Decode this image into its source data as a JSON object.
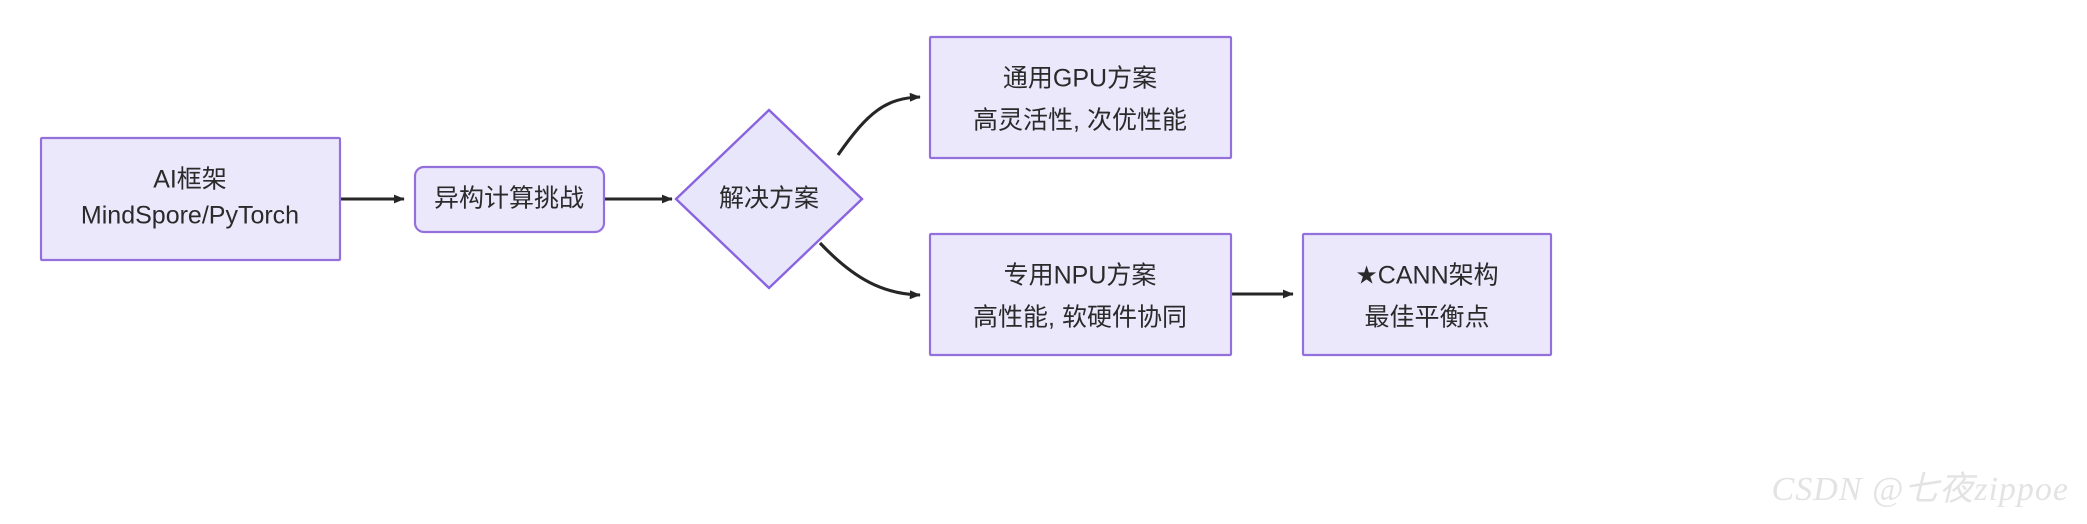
{
  "diagram": {
    "type": "flowchart",
    "direction": "left-to-right",
    "background": "#ffffff",
    "node_fill": "#ebe8fb",
    "node_stroke": "#9470dd",
    "edge_color": "#262626",
    "text_color": "#2a2a2a",
    "nodes": [
      {
        "id": "framework",
        "shape": "rectangle",
        "line1": "AI框架",
        "line2": "MindSpore/PyTorch"
      },
      {
        "id": "challenge",
        "shape": "rounded-rectangle",
        "line1": "异构计算挑战",
        "line2": ""
      },
      {
        "id": "solution",
        "shape": "diamond",
        "line1": "解决方案",
        "line2": ""
      },
      {
        "id": "gpu",
        "shape": "rectangle",
        "line1": "通用GPU方案",
        "line2": "高灵活性, 次优性能"
      },
      {
        "id": "npu",
        "shape": "rectangle",
        "line1": "专用NPU方案",
        "line2": "高性能, 软硬件协同"
      },
      {
        "id": "cann",
        "shape": "rectangle",
        "line1": "★CANN架构",
        "line2": "最佳平衡点"
      }
    ],
    "edges": [
      {
        "id": "e1",
        "from": "framework",
        "to": "challenge",
        "label": "",
        "style": "straight-arrow"
      },
      {
        "id": "e2",
        "from": "challenge",
        "to": "solution",
        "label": "",
        "style": "straight-arrow"
      },
      {
        "id": "e3",
        "from": "solution",
        "to": "gpu",
        "label": "",
        "style": "curved-arrow"
      },
      {
        "id": "e4",
        "from": "solution",
        "to": "npu",
        "label": "",
        "style": "curved-arrow"
      },
      {
        "id": "e5",
        "from": "npu",
        "to": "cann",
        "label": "",
        "style": "straight-arrow"
      }
    ]
  },
  "watermark": {
    "text": "CSDN @七夜zippoe"
  }
}
